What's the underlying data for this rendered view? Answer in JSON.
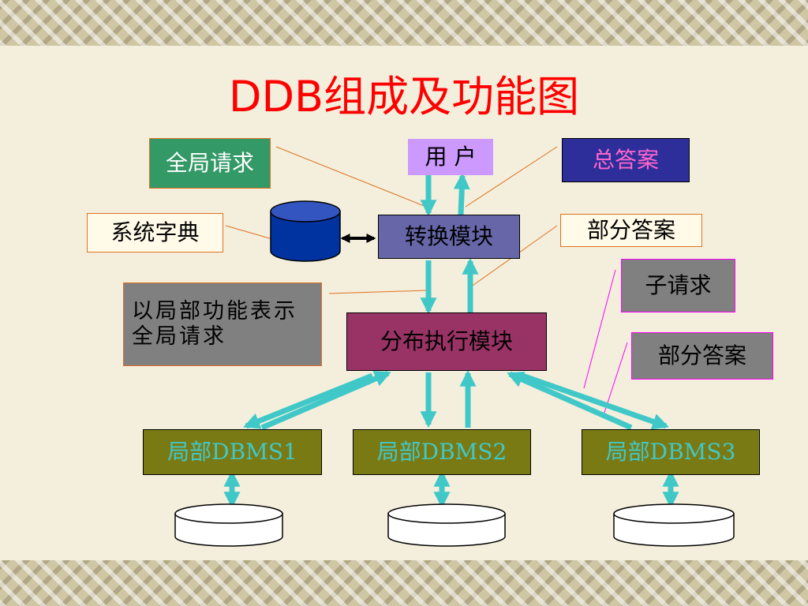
{
  "title": "DDB组成及功能图",
  "nodes": {
    "user": "用 户",
    "global_request": "全局请求",
    "total_answer": "总答案",
    "system_dictionary": "系统字典",
    "conversion_module": "转换模块",
    "partial_answer_top": "部分答案",
    "sub_request": "子请求",
    "local_function_note": "以局部功能表示全局请求",
    "distributed_execution_module": "分布执行模块",
    "partial_answer_right": "部分答案",
    "local_dbms_1": "局部DBMS1",
    "local_dbms_2": "局部DBMS2",
    "local_dbms_3": "局部DBMS3"
  },
  "colors": {
    "arrow": "#40c8c8",
    "user_fill": "#cc99ff",
    "global_request_fill": "#339966",
    "total_answer_fill": "#2e2e9a",
    "module_fill": "#6666a8",
    "exec_fill": "#993366",
    "dbms_fill": "#7a7a14",
    "gray_fill": "#808080",
    "cylinder_blue": "#0033a0"
  }
}
